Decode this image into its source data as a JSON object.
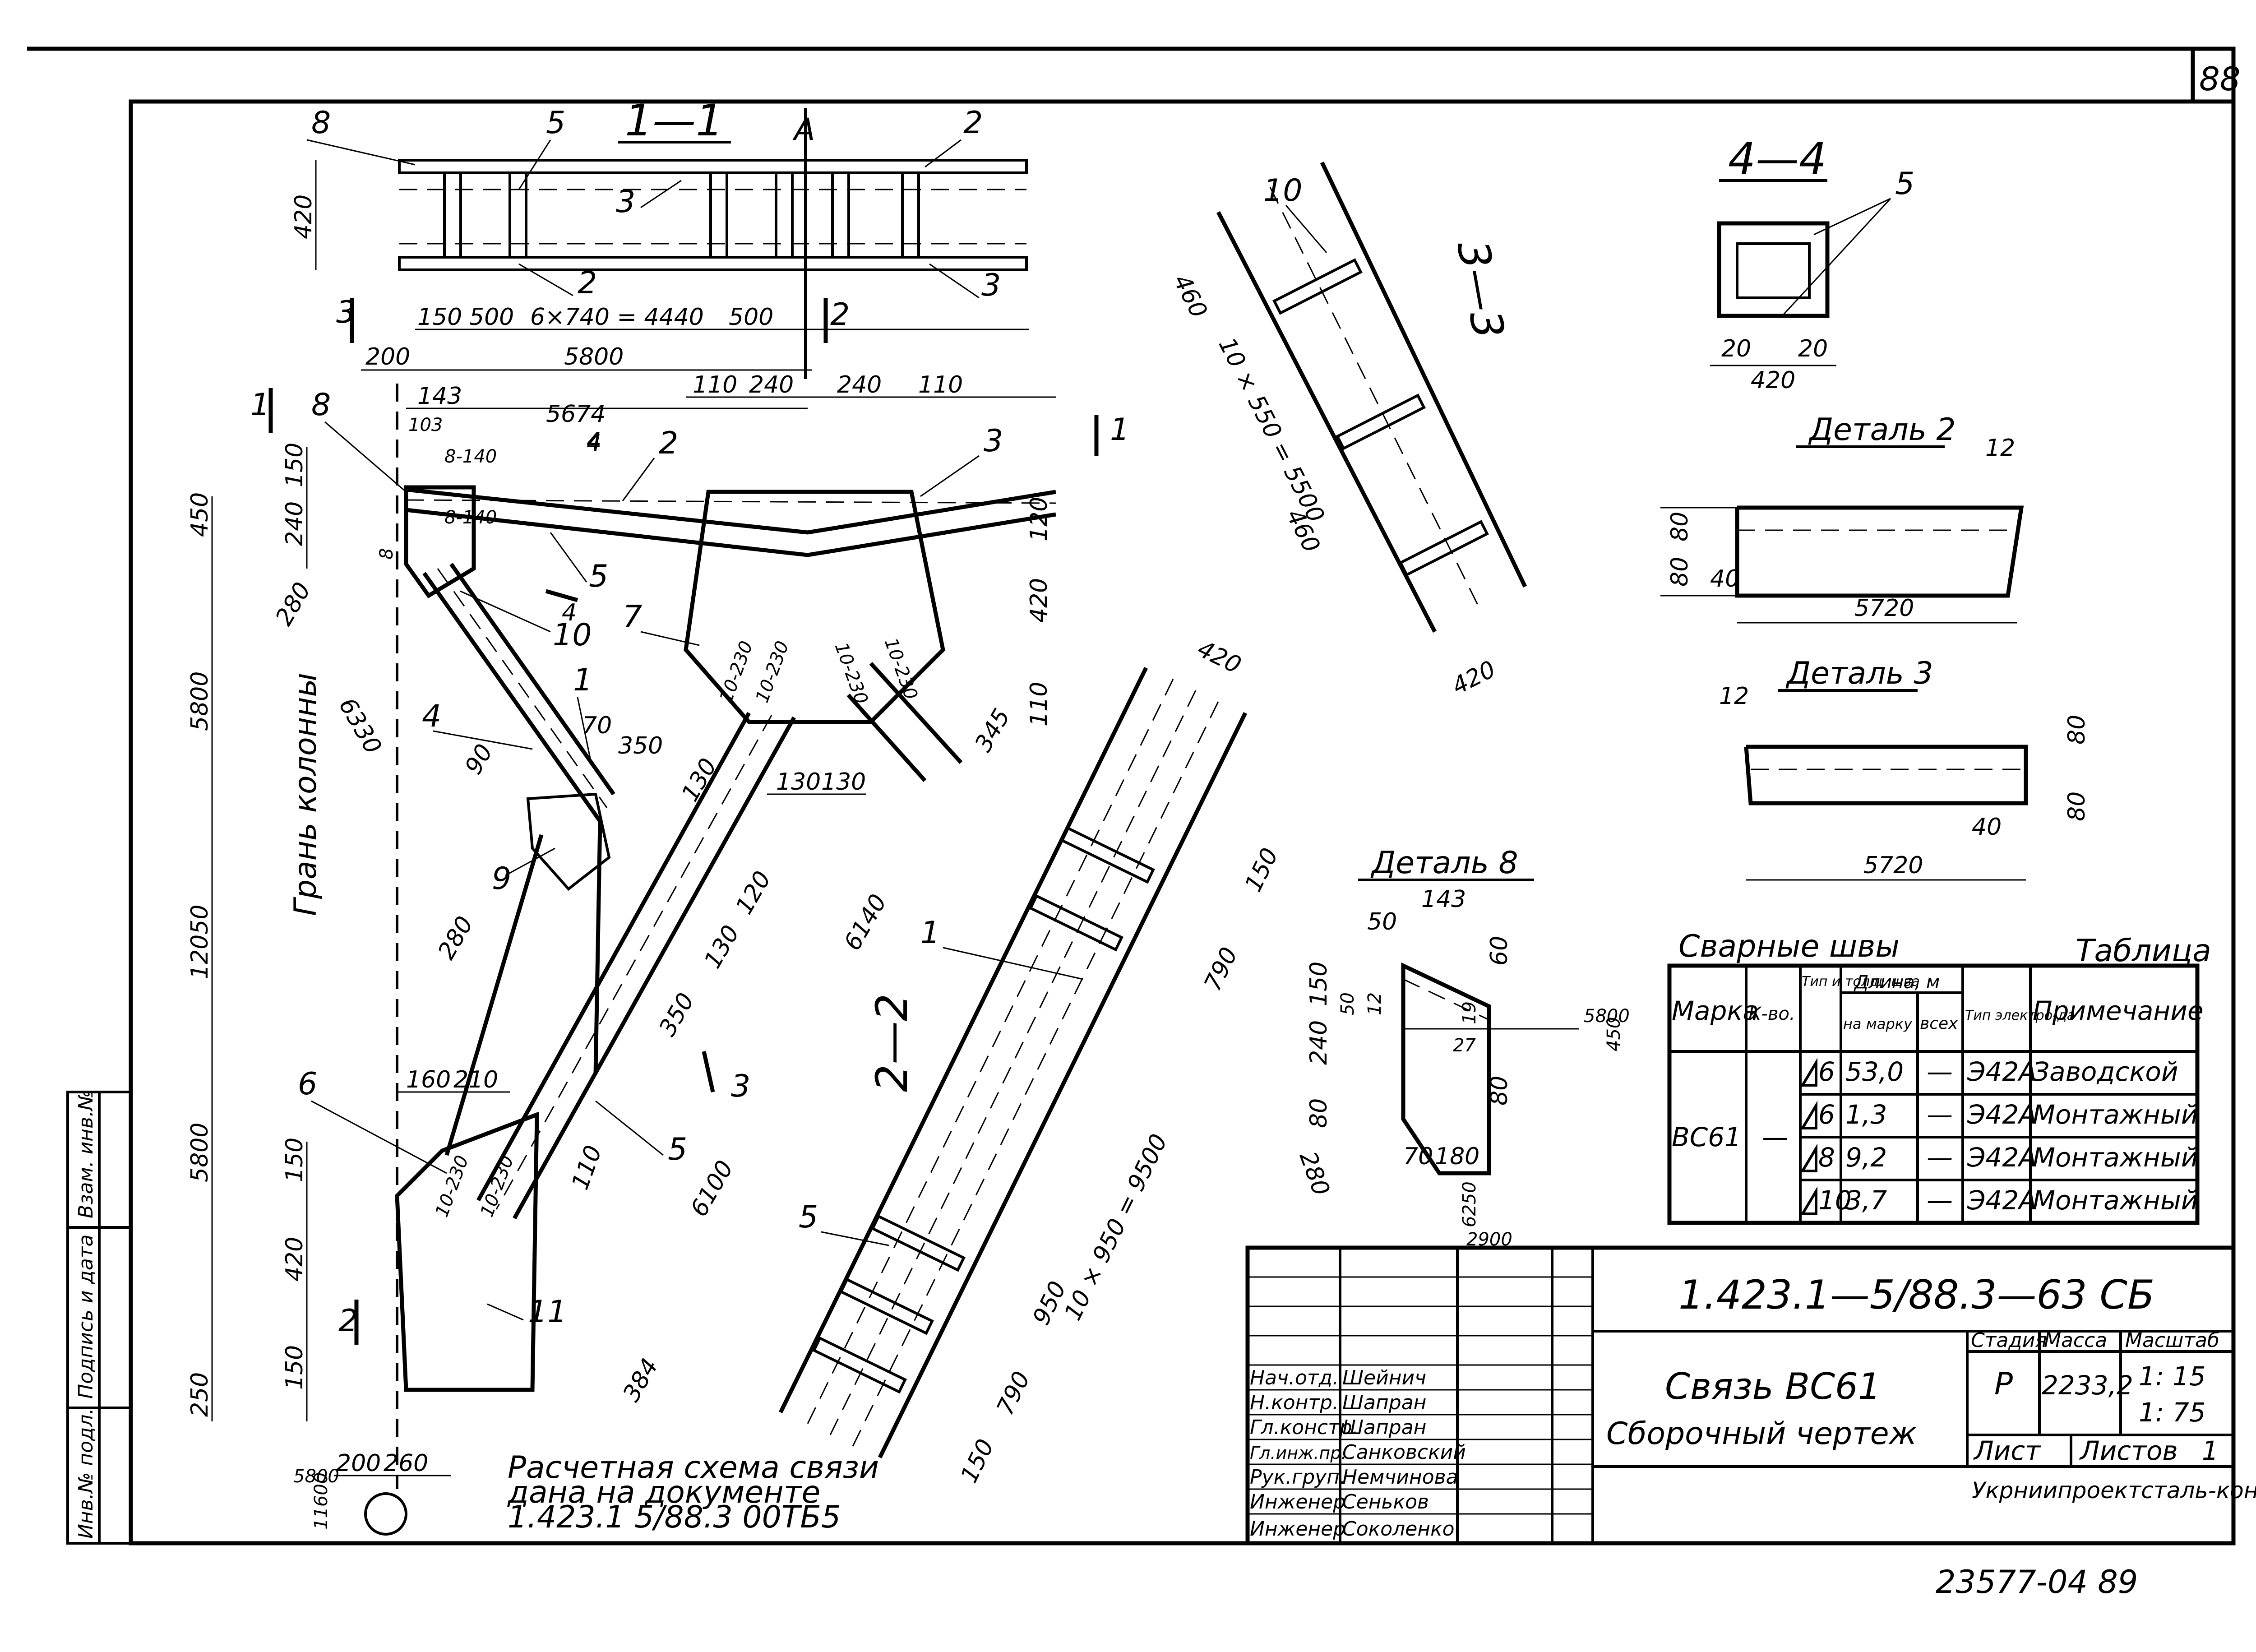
{
  "sheet": {
    "number": "88",
    "archive_number": "23577-04   89",
    "side_stamp": [
      "Инв.№ подл.",
      "Подпись и дата",
      "Взам. инв.№"
    ]
  },
  "views": {
    "section_1_1": {
      "title": "1—1",
      "axis": "A",
      "labels": [
        "8",
        "5",
        "2",
        "3",
        "2",
        "3"
      ],
      "dims": [
        "420",
        "150",
        "500",
        "6×740 = 4440",
        "500",
        "200",
        "5800"
      ],
      "cut_marks": [
        "3",
        "2"
      ]
    },
    "main_view": {
      "cut_marks": [
        "1",
        "1",
        "4",
        "4",
        "3",
        "2"
      ],
      "labels": [
        "8",
        "4",
        "2",
        "3",
        "5",
        "10",
        "7",
        "4",
        "1",
        "9",
        "6",
        "11",
        "5",
        "1"
      ],
      "dims": [
        "143",
        "5674",
        "110",
        "240",
        "240",
        "110",
        "103",
        "8-140",
        "8-140",
        "150",
        "240",
        "450",
        "280",
        "6330",
        "120",
        "420",
        "345",
        "110",
        "10-230",
        "10-230",
        "10-230",
        "10-230",
        "70",
        "350",
        "130",
        "130",
        "130",
        "90",
        "280",
        "120",
        "130",
        "350",
        "6140",
        "6100",
        "5800",
        "12050",
        "5800",
        "160",
        "210",
        "150",
        "420",
        "150",
        "250",
        "200",
        "260",
        "10-230",
        "10-230",
        "110",
        "384",
        "5800",
        "11600",
        "8"
      ],
      "column_face": "Грань колонны",
      "note": [
        "Расчетная схема связи",
        "дана на документе",
        "1.423.1 5/88.3 00ТБ5"
      ]
    },
    "section_2_2": {
      "title": "2—2",
      "labels": [
        "1",
        "5"
      ],
      "dims": [
        "420",
        "790",
        "150",
        "10 × 950 = 9500",
        "950",
        "790",
        "150"
      ]
    },
    "section_3_3": {
      "title": "3—3",
      "labels": [
        "10"
      ],
      "dims": [
        "460",
        "10 × 550 = 5500",
        "460",
        "420"
      ]
    },
    "section_4_4": {
      "title": "4—4",
      "labels": [
        "5"
      ],
      "dims": [
        "20",
        "20",
        "420"
      ]
    },
    "detail_2": {
      "title": "Деталь 2",
      "dims": [
        "12",
        "80",
        "80",
        "40",
        "5720"
      ]
    },
    "detail_3": {
      "title": "Деталь 3",
      "dims": [
        "12",
        "80",
        "80",
        "40",
        "5720"
      ]
    },
    "detail_8": {
      "title": "Деталь 8",
      "dims": [
        "50",
        "143",
        "60",
        "150",
        "50",
        "12",
        "19",
        "27",
        "240",
        "80",
        "280",
        "80",
        "70",
        "180",
        "6250",
        "2900",
        "5800",
        "450"
      ]
    }
  },
  "weld_table": {
    "caption_left": "Сварные швы",
    "caption_right": "Таблица",
    "headers": {
      "mark": "Марка",
      "count": "К-во.",
      "type": "Тип и толщ. шва",
      "length": "Длина, м",
      "per_mark": "на марку",
      "total": "всех",
      "electrode": "Тип электро-да",
      "note": "Примечание"
    },
    "mark": "ВС61",
    "count": "—",
    "rows": [
      {
        "type": "6",
        "per_mark": "53,0",
        "total": "—",
        "electrode": "Э42А",
        "note": "Заводской"
      },
      {
        "type": "6",
        "per_mark": "1,3",
        "total": "—",
        "electrode": "Э42А",
        "note": "Монтажный"
      },
      {
        "type": "8",
        "per_mark": "9,2",
        "total": "—",
        "electrode": "Э42А",
        "note": "Монтажный"
      },
      {
        "type": "10",
        "per_mark": "3,7",
        "total": "—",
        "electrode": "Э42А",
        "note": "Монтажный"
      }
    ]
  },
  "title_block": {
    "document_code": "1.423.1—5/88.3—63 СБ",
    "title": "Связь ВС61",
    "subtitle": "Сборочный чертеж",
    "stage_label": "Стадия",
    "mass_label": "Масса",
    "scale_label": "Масштаб",
    "stage": "Р",
    "mass": "2233,2",
    "scale_1": "1: 15",
    "scale_2": "1: 75",
    "sheet_label": "Лист",
    "sheets_label": "Листов",
    "sheets": "1",
    "organization": "Укрниипроектсталь-конструкция",
    "signatures": [
      {
        "role": "Нач.отд.",
        "name": "Шейнич"
      },
      {
        "role": "Н.контр.",
        "name": "Шапран"
      },
      {
        "role": "Гл.констр.",
        "name": "Шапран"
      },
      {
        "role": "Гл.инж.пр.",
        "name": "Санковский"
      },
      {
        "role": "Рук.груп.",
        "name": "Немчинова"
      },
      {
        "role": "Инженер",
        "name": "Сеньков"
      },
      {
        "role": "Инженер",
        "name": "Соколенко"
      }
    ]
  }
}
